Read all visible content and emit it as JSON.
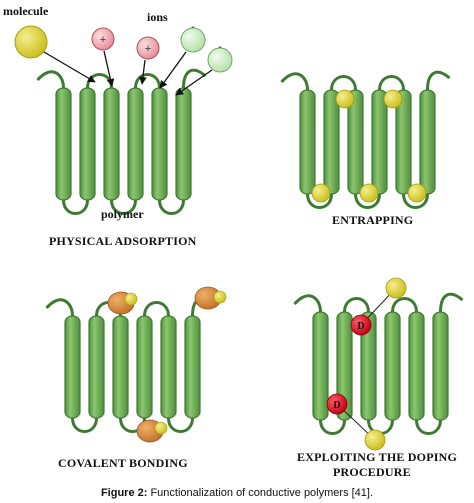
{
  "labels": {
    "molecule": "molecule",
    "ions": "ions",
    "polymer": "polymer",
    "physical_adsorption": "PHYSICAL ADSORPTION",
    "entrapping": "ENTRAPPING",
    "covalent_bonding": "COVALENT BONDING",
    "doping_line1": "EXPLOITING THE DOPING",
    "doping_line2": "PROCEDURE"
  },
  "ion_signs": {
    "positive": "+",
    "negative": "-"
  },
  "dopant_symbol": "D",
  "caption": {
    "prefix": "Figure 2:",
    "text": " Functionalization of conductive polymers [41]."
  },
  "colors": {
    "polymer_fill": "#74b05a",
    "polymer_stroke": "#3f7a33",
    "molecule": "#dcd232",
    "positive_ion": "#f0a0a8",
    "negative_ion": "#c8ecc0",
    "enzyme": "#d98a3a",
    "dopant": "#e01020"
  }
}
